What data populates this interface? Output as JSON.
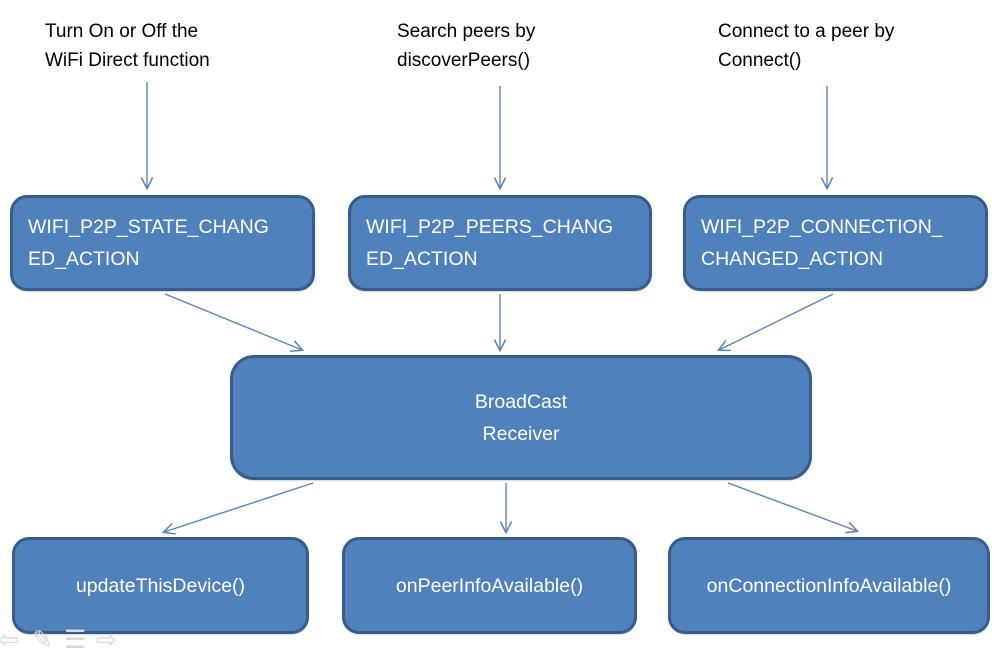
{
  "diagram": {
    "title_implied": "WiFi Direct broadcast flow",
    "colors": {
      "box_fill": "#4f81bd",
      "box_border": "#385d8a",
      "box_text": "#ffffff",
      "arrow": "#5b84bb",
      "label_text": "#000000",
      "ghost_icon": "#d9d9d9"
    },
    "top_labels": [
      {
        "text": "Turn On or Off the\nWiFi Direct function"
      },
      {
        "text": "Search peers by\ndiscoverPeers()"
      },
      {
        "text": "Connect to a peer by\nConnect()"
      }
    ],
    "action_boxes": [
      {
        "label": "WIFI_P2P_STATE_CHANG\nED_ACTION",
        "full_value": "WIFI_P2P_STATE_CHANGED_ACTION"
      },
      {
        "label": "WIFI_P2P_PEERS_CHANG\nED_ACTION",
        "full_value": "WIFI_P2P_PEERS_CHANGED_ACTION"
      },
      {
        "label": "WIFI_P2P_CONNECTION_\nCHANGED_ACTION",
        "full_value": "WIFI_P2P_CONNECTION_CHANGED_ACTION"
      }
    ],
    "receiver_box": {
      "label": "BroadCast\nReceiver"
    },
    "handler_boxes": [
      {
        "label": "updateThisDevice()"
      },
      {
        "label": "onPeerInfoAvailable()"
      },
      {
        "label": "onConnectionInfoAvailable()"
      }
    ],
    "connections": [
      "label-1 -> state-changed-box",
      "label-2 -> peers-changed-box",
      "label-3 -> connection-changed-box",
      "state-changed-box -> broadcast-receiver",
      "peers-changed-box -> broadcast-receiver",
      "connection-changed-box -> broadcast-receiver",
      "broadcast-receiver -> update-this-device",
      "broadcast-receiver -> on-peer-info-available",
      "broadcast-receiver -> on-connection-info-available"
    ],
    "ghost_toolbar_icons": [
      {
        "name": "back-arrow-icon",
        "glyph": "⇦"
      },
      {
        "name": "pencil-icon",
        "glyph": "✎"
      },
      {
        "name": "list-icon",
        "glyph": "☰"
      },
      {
        "name": "forward-arrow-icon",
        "glyph": "⇨"
      }
    ]
  }
}
